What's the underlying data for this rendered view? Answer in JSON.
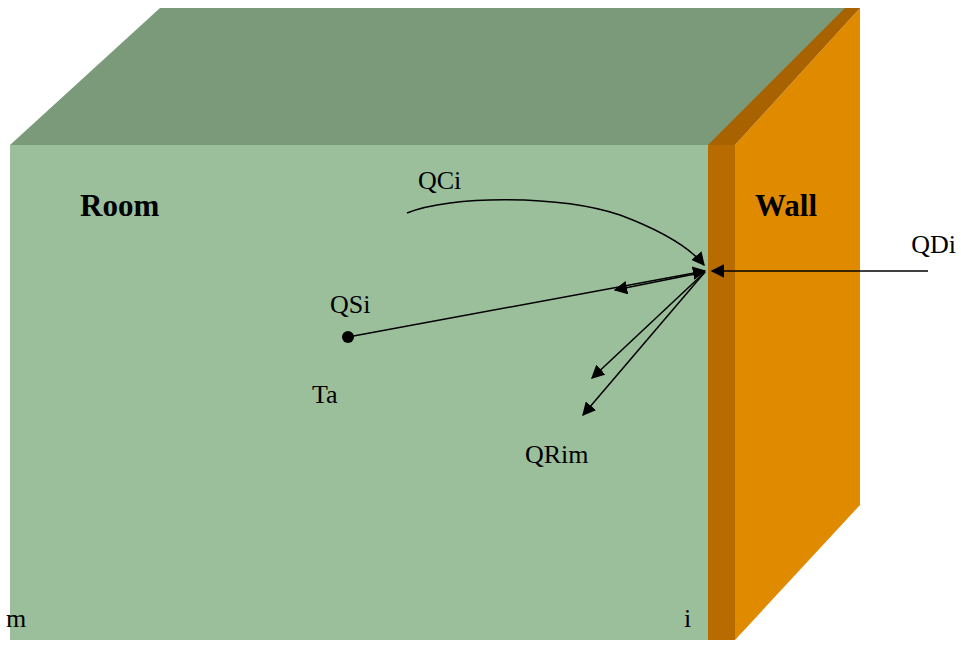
{
  "diagram": {
    "nodes": [
      {
        "text": [
          "Room"
        ]
      },
      {
        "text": [
          "Wall"
        ]
      }
    ],
    "labels": [
      "QCi",
      "QSi",
      "Ta",
      "QRim",
      "QDi",
      "m",
      "i"
    ]
  }
}
